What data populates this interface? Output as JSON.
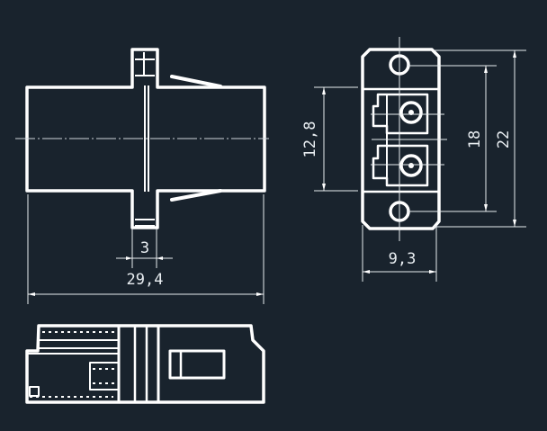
{
  "drawing": {
    "title": "Duplex fiber optic adapter technical drawing",
    "dimensions": {
      "flange_width": "3",
      "overall_length": "29,4",
      "port_height": "12,8",
      "hole_spacing": "18",
      "overall_height": "22",
      "width": "9,3"
    },
    "colors": {
      "background": "#19232d",
      "lines": "#ffffff"
    }
  }
}
